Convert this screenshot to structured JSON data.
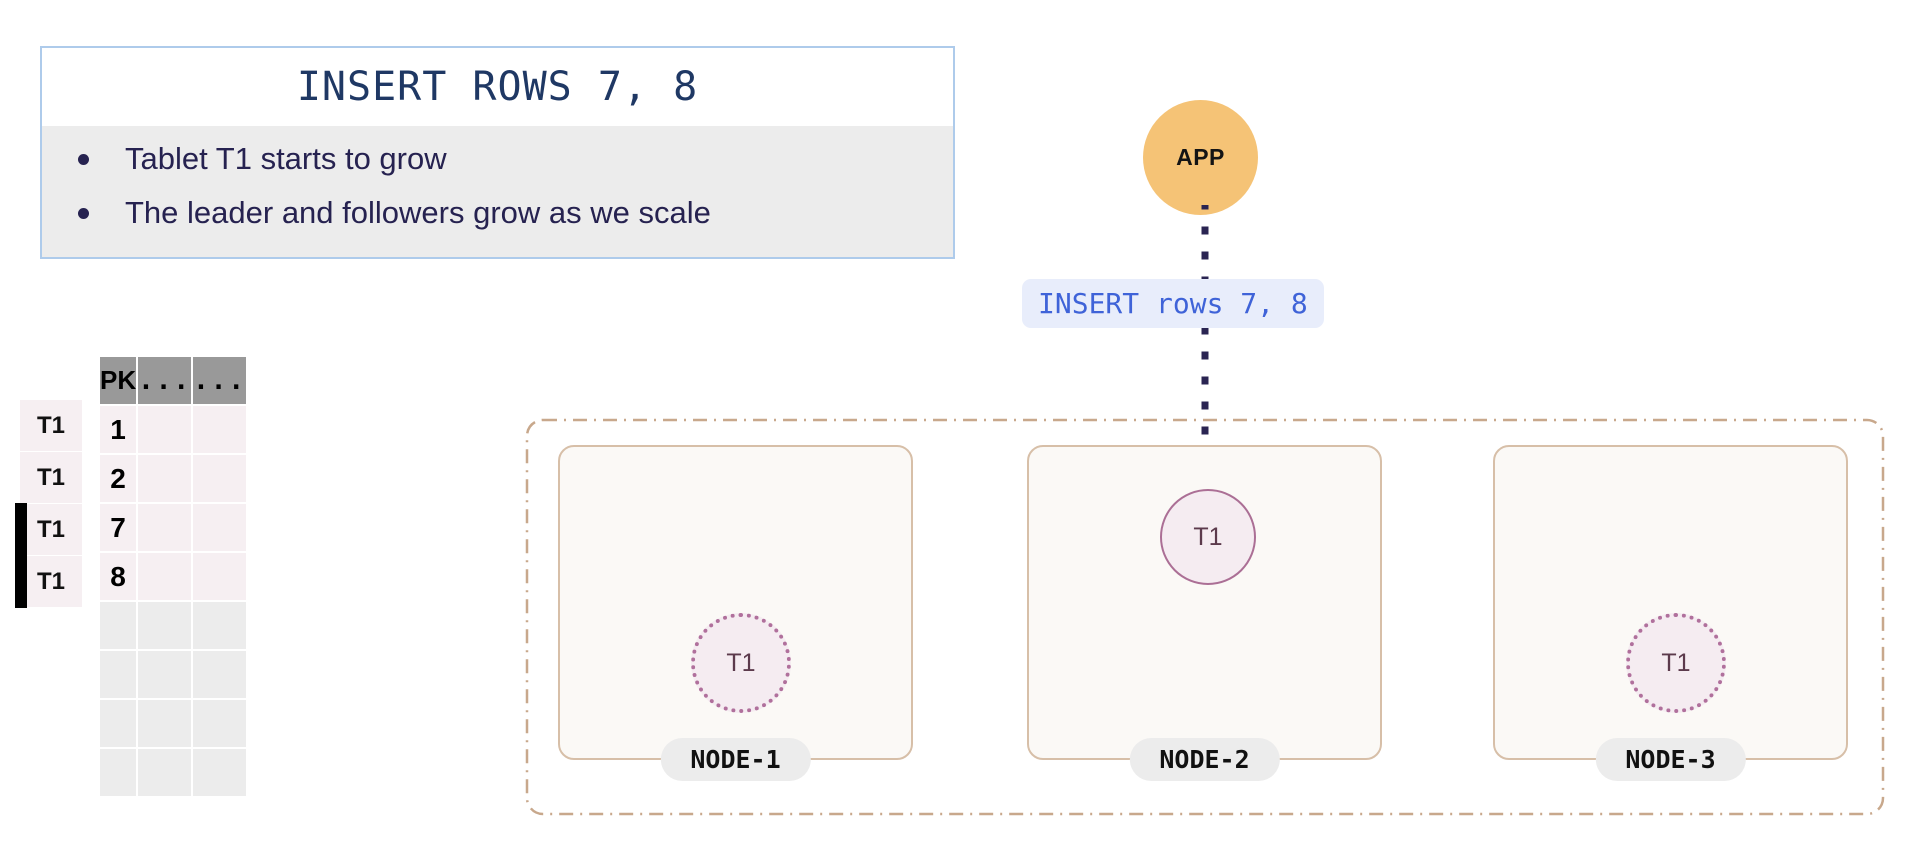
{
  "callout": {
    "title": "INSERT ROWS 7, 8",
    "bullets": [
      "Tablet T1 starts to grow",
      "The leader and followers grow as we scale"
    ],
    "border_color": "#aecbeb",
    "body_bg": "#ececec",
    "text_color": "#262250"
  },
  "table": {
    "headers": [
      "PK",
      "...",
      "..."
    ],
    "header_bg": "#999999",
    "filled_row_bg": "#f6eff2",
    "empty_row_bg": "#ececec",
    "side_label": "T1",
    "rows": [
      {
        "side": "T1",
        "pk": "1",
        "c2": "",
        "c3": "",
        "filled": true,
        "marked": false
      },
      {
        "side": "T1",
        "pk": "2",
        "c2": "",
        "c3": "",
        "filled": true,
        "marked": false
      },
      {
        "side": "T1",
        "pk": "7",
        "c2": "",
        "c3": "",
        "filled": true,
        "marked": true
      },
      {
        "side": "T1",
        "pk": "8",
        "c2": "",
        "c3": "",
        "filled": true,
        "marked": true
      },
      {
        "side": "",
        "pk": "",
        "c2": "",
        "c3": "",
        "filled": false,
        "marked": false
      },
      {
        "side": "",
        "pk": "",
        "c2": "",
        "c3": "",
        "filled": false,
        "marked": false
      },
      {
        "side": "",
        "pk": "",
        "c2": "",
        "c3": "",
        "filled": false,
        "marked": false
      },
      {
        "side": "",
        "pk": "",
        "c2": "",
        "c3": "",
        "filled": false,
        "marked": false
      }
    ]
  },
  "app": {
    "label": "APP",
    "color": "#f5c376"
  },
  "flow": {
    "message": "INSERT rows 7, 8",
    "message_color": "#3f63d8",
    "message_bg": "#e8edfb",
    "line_color": "#2a2452"
  },
  "cluster": {
    "border_color": "#c8a88c",
    "nodes": [
      {
        "name": "NODE-1",
        "tablet": "T1",
        "role": "follower"
      },
      {
        "name": "NODE-2",
        "tablet": "T1",
        "role": "leader"
      },
      {
        "name": "NODE-3",
        "tablet": "T1",
        "role": "follower"
      }
    ]
  }
}
